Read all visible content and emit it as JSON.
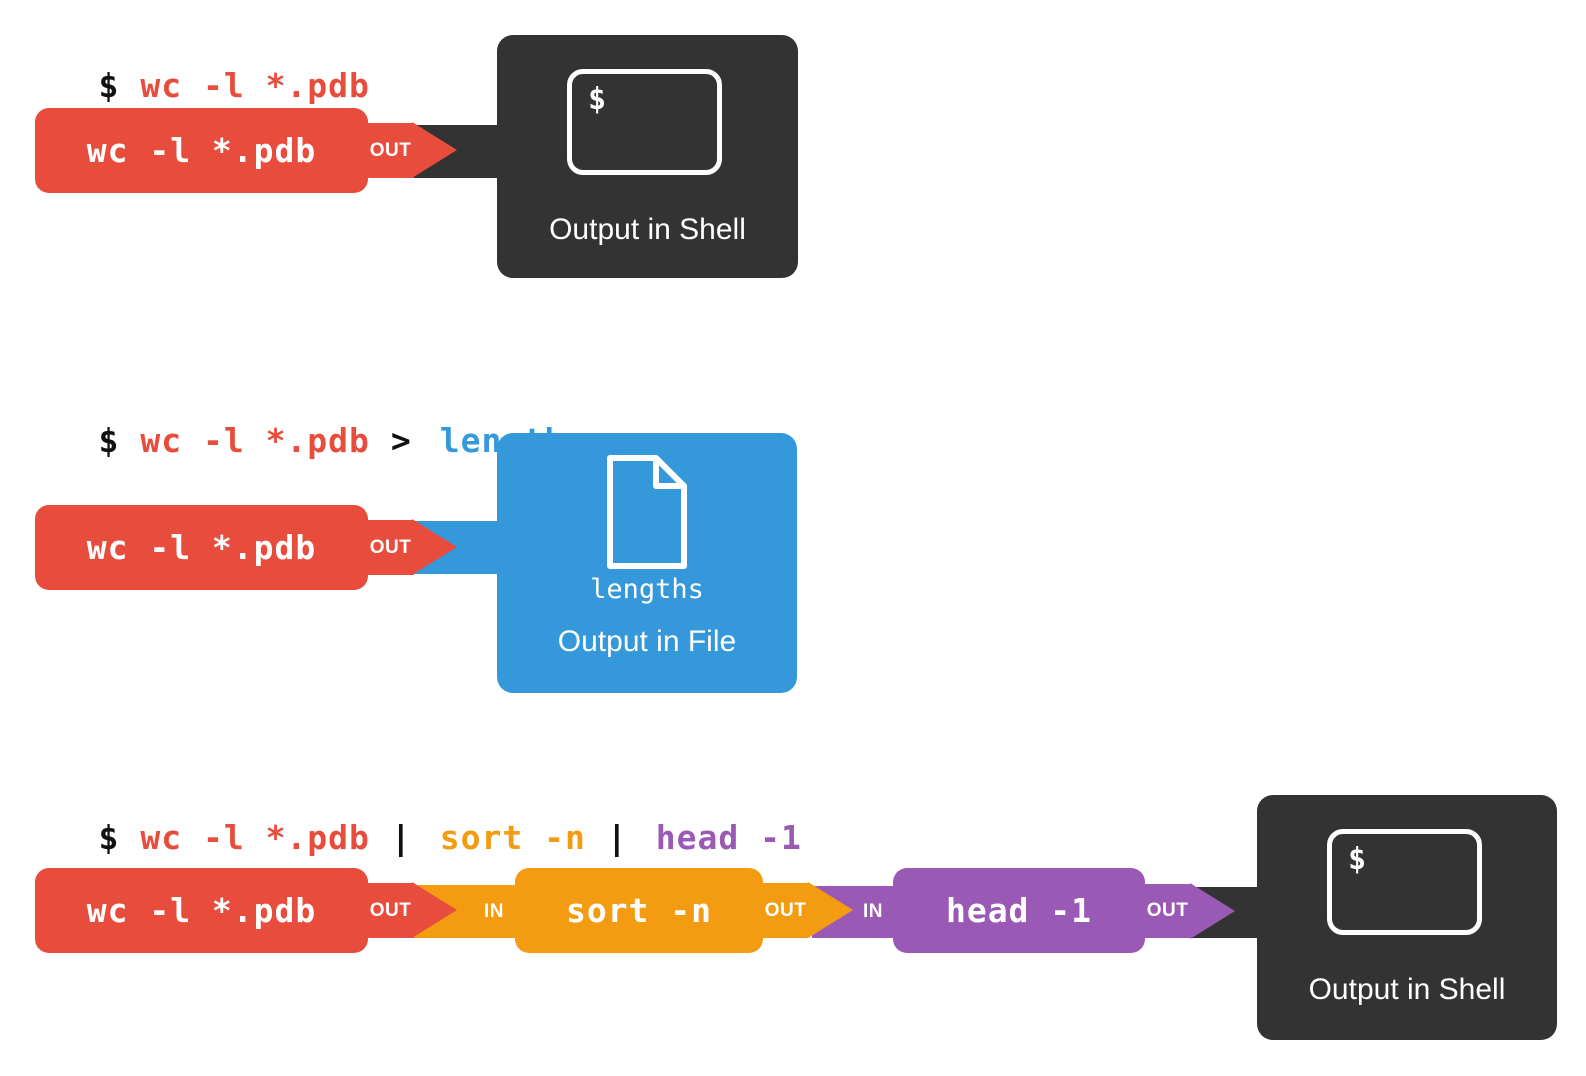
{
  "palette": {
    "red": "#e74c3c",
    "orange": "#f39c12",
    "purple": "#9b59b6",
    "blue": "#3498db",
    "dark": "#333333",
    "command_black": "#111111",
    "white": "#ffffff"
  },
  "labels": {
    "out": "OUT",
    "in": "IN"
  },
  "rows": [
    {
      "command": {
        "prompt": "$",
        "cmd": "wc -l *.pdb"
      },
      "box_label": "wc -l *.pdb",
      "target": {
        "kind": "shell",
        "caption": "Output in Shell",
        "terminal_prompt": "$"
      }
    },
    {
      "command": {
        "prompt": "$",
        "cmd": "wc -l *.pdb",
        "redirect": ">",
        "file": "lengths"
      },
      "box_label": "wc -l *.pdb",
      "target": {
        "kind": "file",
        "caption": "Output in File",
        "filename": "lengths"
      }
    },
    {
      "command": {
        "prompt": "$",
        "cmd": "wc -l *.pdb",
        "pipe1": "|",
        "sort_cmd": "sort -n",
        "pipe2": "|",
        "head_cmd": "head -1"
      },
      "box_labels": {
        "wc": "wc -l *.pdb",
        "sort": "sort -n",
        "head": "head -1"
      },
      "target": {
        "kind": "shell",
        "caption": "Output in Shell",
        "terminal_prompt": "$"
      }
    }
  ]
}
